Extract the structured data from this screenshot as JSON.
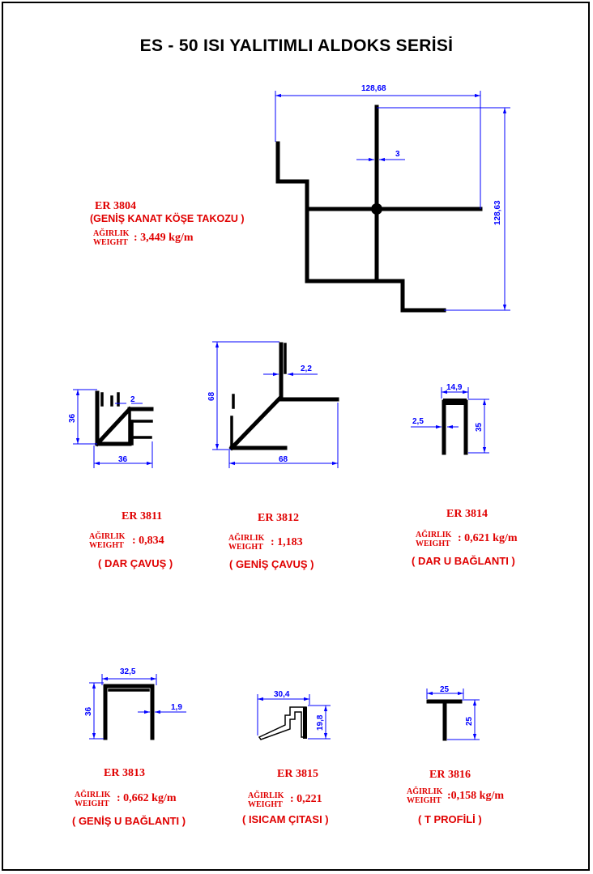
{
  "title": "ES - 50 ISI YALITIMLI ALDOKS SERİSİ",
  "weight_label_tr": "AĞIRLIK",
  "weight_label_en": "WEIGHT",
  "colors": {
    "text_red": "#e00000",
    "dimension_blue": "#0000ff",
    "profile_black": "#000000"
  },
  "profiles": {
    "er3804": {
      "code": "ER 3804",
      "name": "(GENİŞ KANAT KÖŞE TAKOZU )",
      "weight": ": 3,449  kg/m",
      "dims": {
        "width": "128,68",
        "height": "128,63",
        "thickness": "3"
      }
    },
    "er3811": {
      "code": "ER 3811",
      "name": "( DAR ÇAVUŞ )",
      "weight": ": 0,834",
      "dims": {
        "width": "36",
        "height": "36",
        "thickness": "2"
      }
    },
    "er3812": {
      "code": "ER 3812",
      "name": "( GENİŞ ÇAVUŞ )",
      "weight": ": 1,183",
      "dims": {
        "width": "68",
        "height": "68",
        "thickness": "2,2"
      }
    },
    "er3814": {
      "code": "ER 3814",
      "name": "( DAR U BAĞLANTI )",
      "weight": ": 0,621  kg/m",
      "dims": {
        "width": "14,9",
        "height": "35",
        "thickness": "2,5"
      }
    },
    "er3813": {
      "code": "ER 3813",
      "name": "( GENİŞ U BAĞLANTI )",
      "weight": ": 0,662  kg/m",
      "dims": {
        "width": "32,5",
        "height": "36",
        "thickness": "1,9"
      }
    },
    "er3815": {
      "code": "ER 3815",
      "name": "( ISICAM ÇITASI )",
      "weight": ": 0,221",
      "dims": {
        "width": "30,4",
        "height": "19,8"
      }
    },
    "er3816": {
      "code": "ER 3816",
      "name": "( T PROFİLİ )",
      "weight": ":0,158  kg/m",
      "dims": {
        "width": "25",
        "height": "25"
      }
    }
  }
}
